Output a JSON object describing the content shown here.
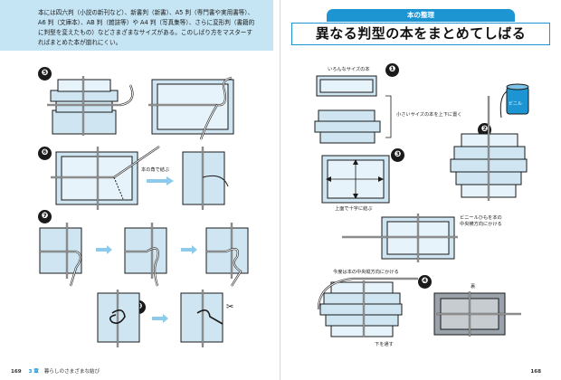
{
  "left_page": {
    "intro_text": "本には四六判（小説の新刊など）、新書判（新書）、A5 判（専門書や実用書等）、\nA6 判（文庫本）、AB 判（雑誌等）や A4 判（写真集等）、さらに変形判（書籍的\nに判型を変えたもの）などさまざまなサイズがある。このしばり方をマスターす\nればまとめた本が崩れにくい。",
    "steps": [
      "❺",
      "❻",
      "❼",
      "❽"
    ],
    "step6_label": "本の角で結ぶ",
    "footer": {
      "page_number": "169",
      "chapter": "3 章",
      "chapter_title": "暮らしのさまざまな結び"
    }
  },
  "right_page": {
    "section_tag": "本の整理",
    "section_title": "異なる判型の本をまとめてしばる",
    "steps": [
      "❶",
      "❷",
      "❸",
      "❹"
    ],
    "labels": {
      "various_sizes": "いろんなサイズの本",
      "small_on_top": "小さいサイズの本を上下に置く",
      "vinyl_string": "ビニールひもを本の\n中央横方向にかける",
      "cross_on_top": "上面で十字に結ぶ",
      "center_vertical": "今度は本の中央縦方向にかける",
      "back": "裏",
      "pass_under": "下を通す"
    },
    "spool_label": "ビニル",
    "footer": {
      "page_number": "168"
    }
  },
  "colors": {
    "accent": "#1d95d3",
    "book_fill": "#cfe6f2",
    "book_edge": "#1a1a1a"
  }
}
